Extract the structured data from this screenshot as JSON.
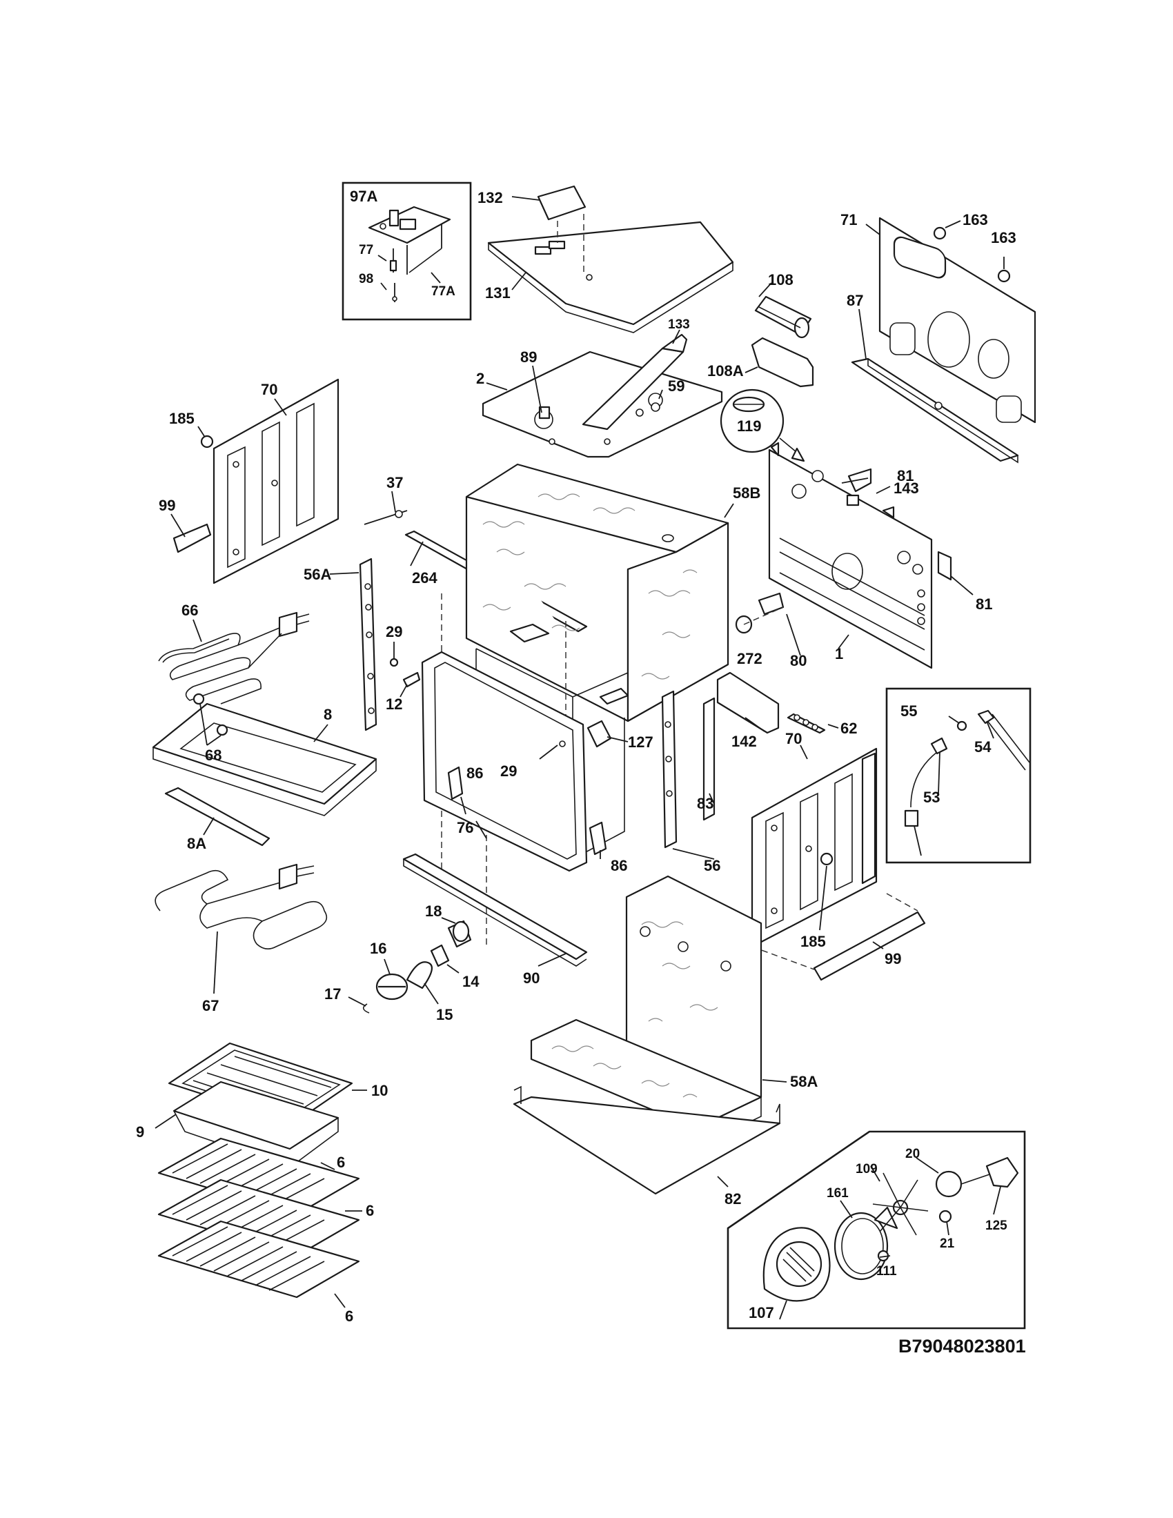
{
  "diagram_id": "B79048023801",
  "callouts": {
    "c97A": "97A",
    "c77": "77",
    "c77A": "77A",
    "c98": "98",
    "c132": "132",
    "c131": "131",
    "c133": "133",
    "c2": "2",
    "c89": "89",
    "c59": "59",
    "c108": "108",
    "c108A": "108A",
    "c119": "119",
    "c163a": "163",
    "c163b": "163",
    "c71": "71",
    "c87": "87",
    "c70a": "70",
    "c185a": "185",
    "c99a": "99",
    "c37": "37",
    "c264": "264",
    "c58B": "58B",
    "c81a": "81",
    "c143": "143",
    "c81b": "81",
    "c56A": "56A",
    "c66": "66",
    "c29a": "29",
    "c12": "12",
    "c272": "272",
    "c80": "80",
    "c1": "1",
    "c8": "8",
    "c68": "68",
    "c8A": "8A",
    "c86a": "86",
    "c29b": "29",
    "c127": "127",
    "c76": "76",
    "c86b": "86",
    "c142": "142",
    "c62": "62",
    "c83": "83",
    "c55": "55",
    "c54": "54",
    "c53": "53",
    "c70b": "70",
    "c56": "56",
    "c185b": "185",
    "c99b": "99",
    "c67": "67",
    "c18": "18",
    "c16": "16",
    "c14": "14",
    "c17": "17",
    "c15": "15",
    "c90": "90",
    "c10": "10",
    "c9": "9",
    "c6a": "6",
    "c6b": "6",
    "c6c": "6",
    "c58A": "58A",
    "c82": "82",
    "c20": "20",
    "c109": "109",
    "c161": "161",
    "c21": "21",
    "c125": "125",
    "c111": "111",
    "c107": "107"
  }
}
